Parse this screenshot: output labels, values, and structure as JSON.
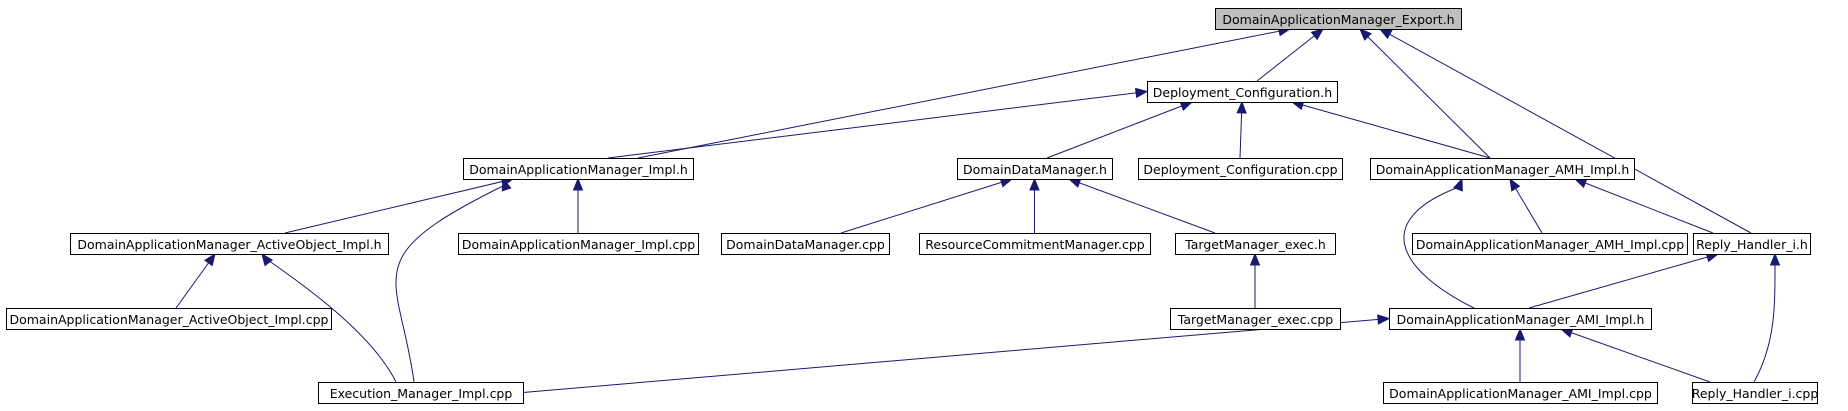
{
  "diagram": {
    "nodes": [
      {
        "id": "export_h",
        "label": "DomainApplicationManager_Export.h",
        "root": true
      },
      {
        "id": "deploy_cfg_h",
        "label": "Deployment_Configuration.h"
      },
      {
        "id": "dam_impl_h",
        "label": "DomainApplicationManager_Impl.h"
      },
      {
        "id": "ddm_h",
        "label": "DomainDataManager.h"
      },
      {
        "id": "deploy_cfg_cpp",
        "label": "Deployment_Configuration.cpp"
      },
      {
        "id": "amh_impl_h",
        "label": "DomainApplicationManager_AMH_Impl.h"
      },
      {
        "id": "reply_handler_h",
        "label": "Reply_Handler_i.h"
      },
      {
        "id": "ao_impl_h",
        "label": "DomainApplicationManager_ActiveObject_Impl.h"
      },
      {
        "id": "dam_impl_cpp",
        "label": "DomainApplicationManager_Impl.cpp"
      },
      {
        "id": "ddm_cpp",
        "label": "DomainDataManager.cpp"
      },
      {
        "id": "rcm_cpp",
        "label": "ResourceCommitmentManager.cpp"
      },
      {
        "id": "tm_exec_h",
        "label": "TargetManager_exec.h"
      },
      {
        "id": "amh_impl_cpp",
        "label": "DomainApplicationManager_AMH_Impl.cpp"
      },
      {
        "id": "ao_impl_cpp",
        "label": "DomainApplicationManager_ActiveObject_Impl.cpp"
      },
      {
        "id": "tm_exec_cpp",
        "label": "TargetManager_exec.cpp"
      },
      {
        "id": "ami_impl_h",
        "label": "DomainApplicationManager_AMI_Impl.h"
      },
      {
        "id": "exec_mgr_cpp",
        "label": "Execution_Manager_Impl.cpp"
      },
      {
        "id": "ami_impl_cpp",
        "label": "DomainApplicationManager_AMI_Impl.cpp"
      },
      {
        "id": "reply_handler_cpp",
        "label": "Reply_Handler_i.cpp"
      }
    ],
    "edges": [
      {
        "from": "deploy_cfg_h",
        "to": "export_h"
      },
      {
        "from": "dam_impl_h",
        "to": "export_h"
      },
      {
        "from": "amh_impl_h",
        "to": "export_h"
      },
      {
        "from": "reply_handler_h",
        "to": "export_h"
      },
      {
        "from": "dam_impl_h",
        "to": "deploy_cfg_h"
      },
      {
        "from": "ddm_h",
        "to": "deploy_cfg_h"
      },
      {
        "from": "deploy_cfg_cpp",
        "to": "deploy_cfg_h"
      },
      {
        "from": "amh_impl_h",
        "to": "deploy_cfg_h"
      },
      {
        "from": "ao_impl_h",
        "to": "dam_impl_h"
      },
      {
        "from": "dam_impl_cpp",
        "to": "dam_impl_h"
      },
      {
        "from": "exec_mgr_cpp",
        "to": "dam_impl_h"
      },
      {
        "from": "ddm_cpp",
        "to": "ddm_h"
      },
      {
        "from": "rcm_cpp",
        "to": "ddm_h"
      },
      {
        "from": "tm_exec_h",
        "to": "ddm_h"
      },
      {
        "from": "ami_impl_h",
        "to": "amh_impl_h"
      },
      {
        "from": "amh_impl_cpp",
        "to": "amh_impl_h"
      },
      {
        "from": "reply_handler_h",
        "to": "amh_impl_h"
      },
      {
        "from": "ami_impl_h",
        "to": "reply_handler_h"
      },
      {
        "from": "reply_handler_cpp",
        "to": "reply_handler_h"
      },
      {
        "from": "ao_impl_cpp",
        "to": "ao_impl_h"
      },
      {
        "from": "exec_mgr_cpp",
        "to": "ao_impl_h"
      },
      {
        "from": "tm_exec_cpp",
        "to": "tm_exec_h"
      },
      {
        "from": "exec_mgr_cpp",
        "to": "ami_impl_h"
      },
      {
        "from": "ami_impl_cpp",
        "to": "ami_impl_h"
      },
      {
        "from": "reply_handler_cpp",
        "to": "ami_impl_h"
      }
    ]
  },
  "colors": {
    "edge": "#191970",
    "node_border": "#000000",
    "node_fill": "#ffffff",
    "root_fill": "#bfbfbf",
    "text": "#000000"
  }
}
